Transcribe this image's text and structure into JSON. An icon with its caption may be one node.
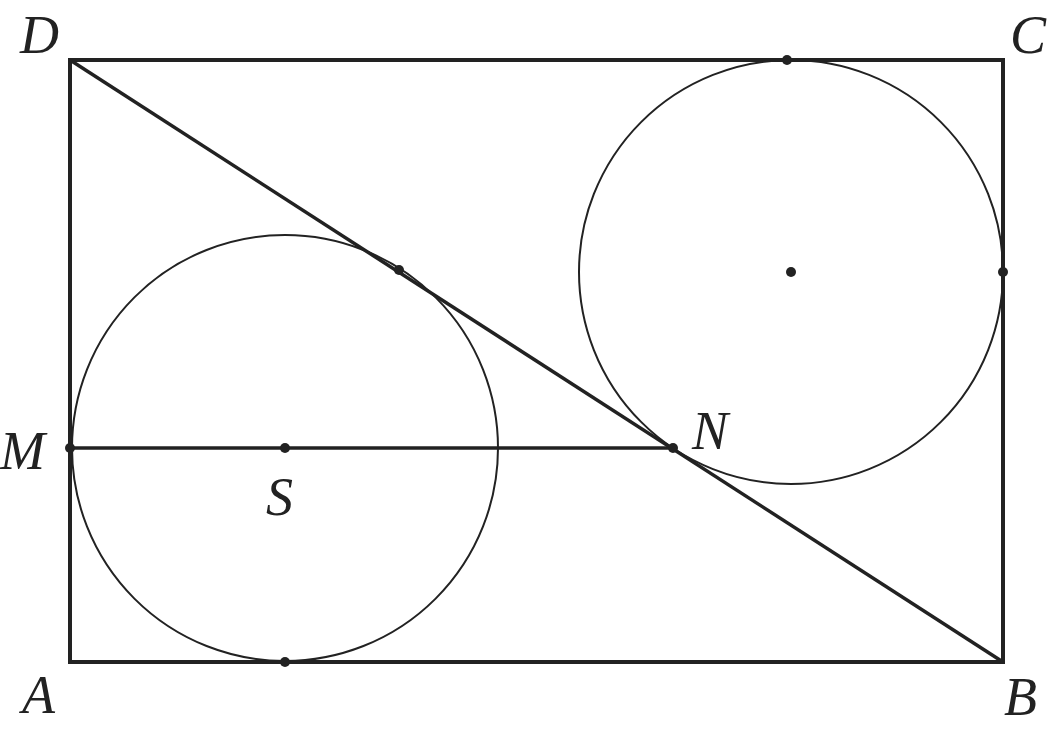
{
  "diagram": {
    "labels": [
      "D",
      "C",
      "N",
      "M",
      "S",
      "A",
      "B"
    ]
  }
}
